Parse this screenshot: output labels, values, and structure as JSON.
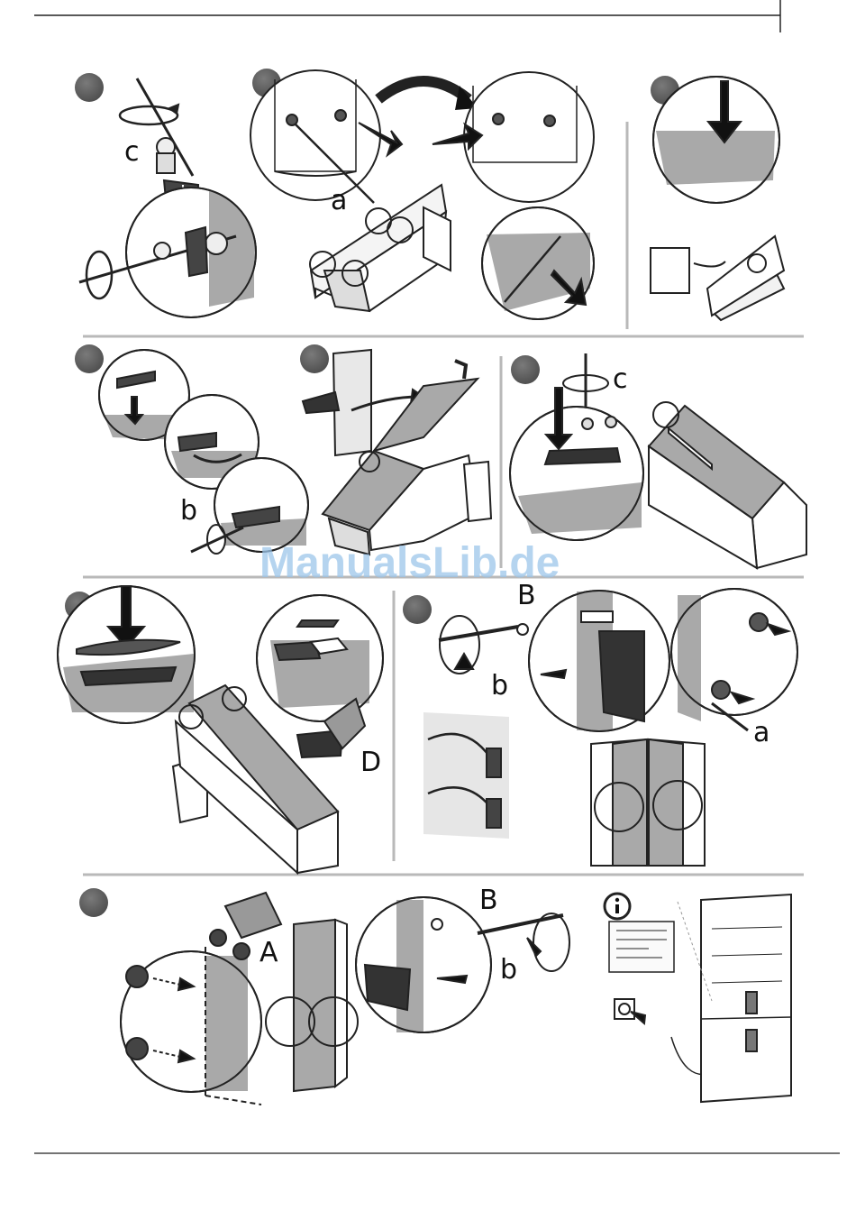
{
  "watermark": "ManualsLib.de",
  "labels": {
    "step1_c": "c",
    "step2_a": "a",
    "step4_b": "b",
    "step6_c": "c",
    "step7_D": "D",
    "step8_B": "B",
    "step8_b": "b",
    "step8_a": "a",
    "step9_A": "A",
    "step9_B": "B",
    "step9_b": "b"
  },
  "info_icon": "info-icon",
  "colors": {
    "step_marker": "#5a5a5a",
    "panel_divider": "#b9b9b9",
    "panel_fill": "#a9a9a9",
    "watermark": "#9cc6ea"
  }
}
